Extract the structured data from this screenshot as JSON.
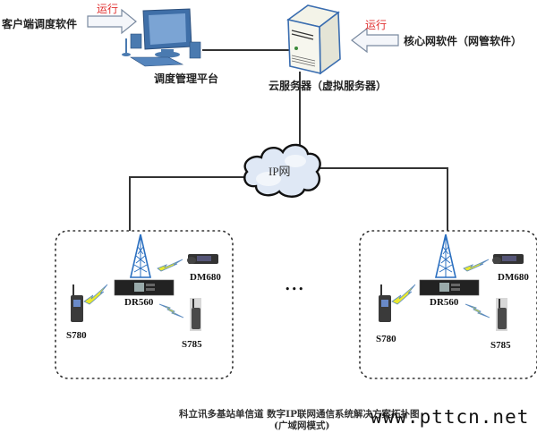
{
  "diagram": {
    "client": {
      "software_label": "客户端调度软件",
      "run_label": "运行",
      "platform_label": "调度管理平台"
    },
    "server": {
      "label": "云服务器（虚拟服务器）",
      "core_software_label": "核心网软件（网管软件）",
      "run_label": "运行"
    },
    "network": {
      "label": "IP网"
    },
    "sites": [
      {
        "repeater": "DR560",
        "mobile": "DM680",
        "portable_left": "S780",
        "portable_right": "S785"
      },
      {
        "repeater": "DR560",
        "mobile": "DM680",
        "portable_left": "S780",
        "portable_right": "S785"
      }
    ],
    "ellipsis": "•••",
    "caption_line1": "科立讯多基站单信道 数字IP联网通信系统解决方案拓扑图",
    "caption_line2": "(广域网模式)",
    "watermark": "www.pttcn.net",
    "colors": {
      "run_text": "#e03030",
      "device_blue": "#4a7ab0",
      "lightning": "#e8e830",
      "line": "#222222"
    }
  }
}
